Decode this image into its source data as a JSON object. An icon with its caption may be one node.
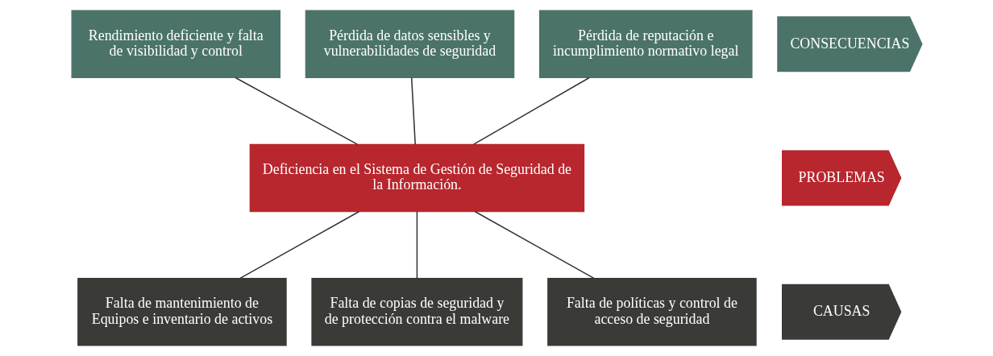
{
  "diagram": {
    "nodes": [
      {
        "text": [
          "Rendimiento deficiente y falta de visibilidad y control"
        ]
      },
      {
        "text": [
          "Pérdida de datos sensibles y vulnerabilidades de seguridad"
        ]
      },
      {
        "text": [
          "Pérdida de reputación e incumplimiento normativo legal"
        ]
      },
      {
        "text": [
          "CONSECUENCIAS"
        ]
      },
      {
        "text": [
          "Deficiencia en el Sistema de Gestión de Seguridad de la Información."
        ]
      },
      {
        "text": [
          "PROBLEMAS"
        ]
      },
      {
        "text": [
          "Falta de mantenimiento de Equipos e inventario de activos"
        ]
      },
      {
        "text": [
          "Falta de copias de seguridad y de protección contra el malware"
        ]
      },
      {
        "text": [
          "Falta de políticas y control de acceso de seguridad"
        ]
      },
      {
        "text": [
          "CAUSAS"
        ]
      }
    ],
    "edges": [
      {
        "from": 0,
        "to": 4,
        "arrow": "none"
      },
      {
        "from": 1,
        "to": 4,
        "arrow": "none"
      },
      {
        "from": 2,
        "to": 4,
        "arrow": "none"
      },
      {
        "from": 4,
        "to": 6,
        "arrow": "none"
      },
      {
        "from": 4,
        "to": 7,
        "arrow": "none"
      },
      {
        "from": 4,
        "to": 8,
        "arrow": "none"
      }
    ]
  }
}
